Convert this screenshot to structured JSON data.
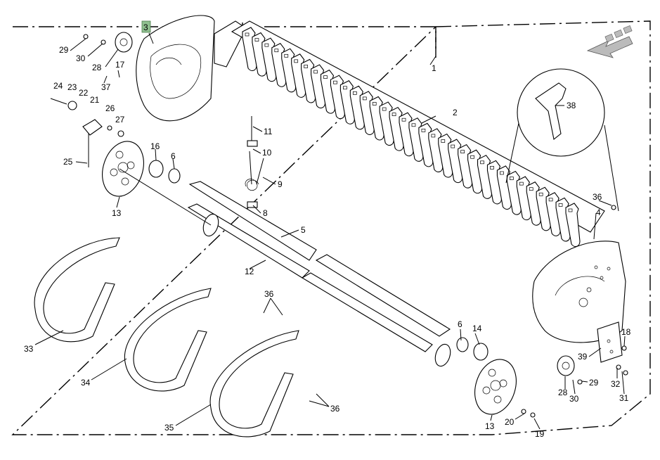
{
  "diagram": {
    "highlighted_callout": "3",
    "callouts": [
      {
        "id": "c3",
        "text": "3"
      },
      {
        "id": "c1",
        "text": "1"
      },
      {
        "id": "c2",
        "text": "2"
      },
      {
        "id": "c29a",
        "text": "29"
      },
      {
        "id": "c30a",
        "text": "30"
      },
      {
        "id": "c28a",
        "text": "28"
      },
      {
        "id": "c17",
        "text": "17"
      },
      {
        "id": "c37",
        "text": "37"
      },
      {
        "id": "c24",
        "text": "24"
      },
      {
        "id": "c23",
        "text": "23"
      },
      {
        "id": "c22",
        "text": "22"
      },
      {
        "id": "c21",
        "text": "21"
      },
      {
        "id": "c26",
        "text": "26"
      },
      {
        "id": "c27",
        "text": "27"
      },
      {
        "id": "c25",
        "text": "25"
      },
      {
        "id": "c16",
        "text": "16"
      },
      {
        "id": "c6a",
        "text": "6"
      },
      {
        "id": "c13a",
        "text": "13"
      },
      {
        "id": "c11",
        "text": "11"
      },
      {
        "id": "c10",
        "text": "10"
      },
      {
        "id": "c9",
        "text": "9"
      },
      {
        "id": "c8",
        "text": "8"
      },
      {
        "id": "c5",
        "text": "5"
      },
      {
        "id": "c12",
        "text": "12"
      },
      {
        "id": "c38",
        "text": "38"
      },
      {
        "id": "c36a",
        "text": "36"
      },
      {
        "id": "c4",
        "text": "4"
      },
      {
        "id": "c36b",
        "text": "36"
      },
      {
        "id": "c33",
        "text": "33"
      },
      {
        "id": "c34",
        "text": "34"
      },
      {
        "id": "c35",
        "text": "35"
      },
      {
        "id": "c36c",
        "text": "36"
      },
      {
        "id": "c6b",
        "text": "6"
      },
      {
        "id": "c14",
        "text": "14"
      },
      {
        "id": "c18",
        "text": "18"
      },
      {
        "id": "c39",
        "text": "39"
      },
      {
        "id": "c31",
        "text": "31"
      },
      {
        "id": "c32",
        "text": "32"
      },
      {
        "id": "c29b",
        "text": "29"
      },
      {
        "id": "c28b",
        "text": "28"
      },
      {
        "id": "c30b",
        "text": "30"
      },
      {
        "id": "c13b",
        "text": "13"
      },
      {
        "id": "c20",
        "text": "20"
      },
      {
        "id": "c19",
        "text": "19"
      }
    ]
  },
  "colors": {
    "highlight": "#8fbf8f",
    "line": "#000000",
    "background": "#ffffff"
  },
  "icons": [
    "direction-arrow-icon"
  ]
}
